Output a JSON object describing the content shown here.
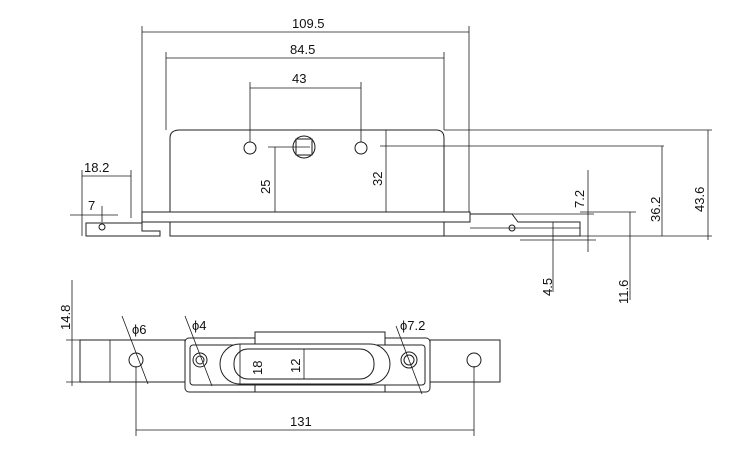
{
  "top_view": {
    "dimensions": {
      "overall_width": "109.5",
      "hole_pitch": "84.5",
      "inner_hole_span": "43",
      "left_flange": "18.2",
      "flange_offset": "7",
      "center_height": "25",
      "hole_height": "32",
      "right_offset": "7.2",
      "height_a": "36.2",
      "height_b": "43.6",
      "base_offset": "4.5",
      "base_height": "11.6"
    }
  },
  "bottom_view": {
    "dimensions": {
      "thickness": "14.8",
      "hole_large": "ϕ6",
      "hole_small": "ϕ4",
      "hole_right": "ϕ7.2",
      "slot_height": "18",
      "slot_inner": "12",
      "hole_pitch": "131"
    }
  }
}
